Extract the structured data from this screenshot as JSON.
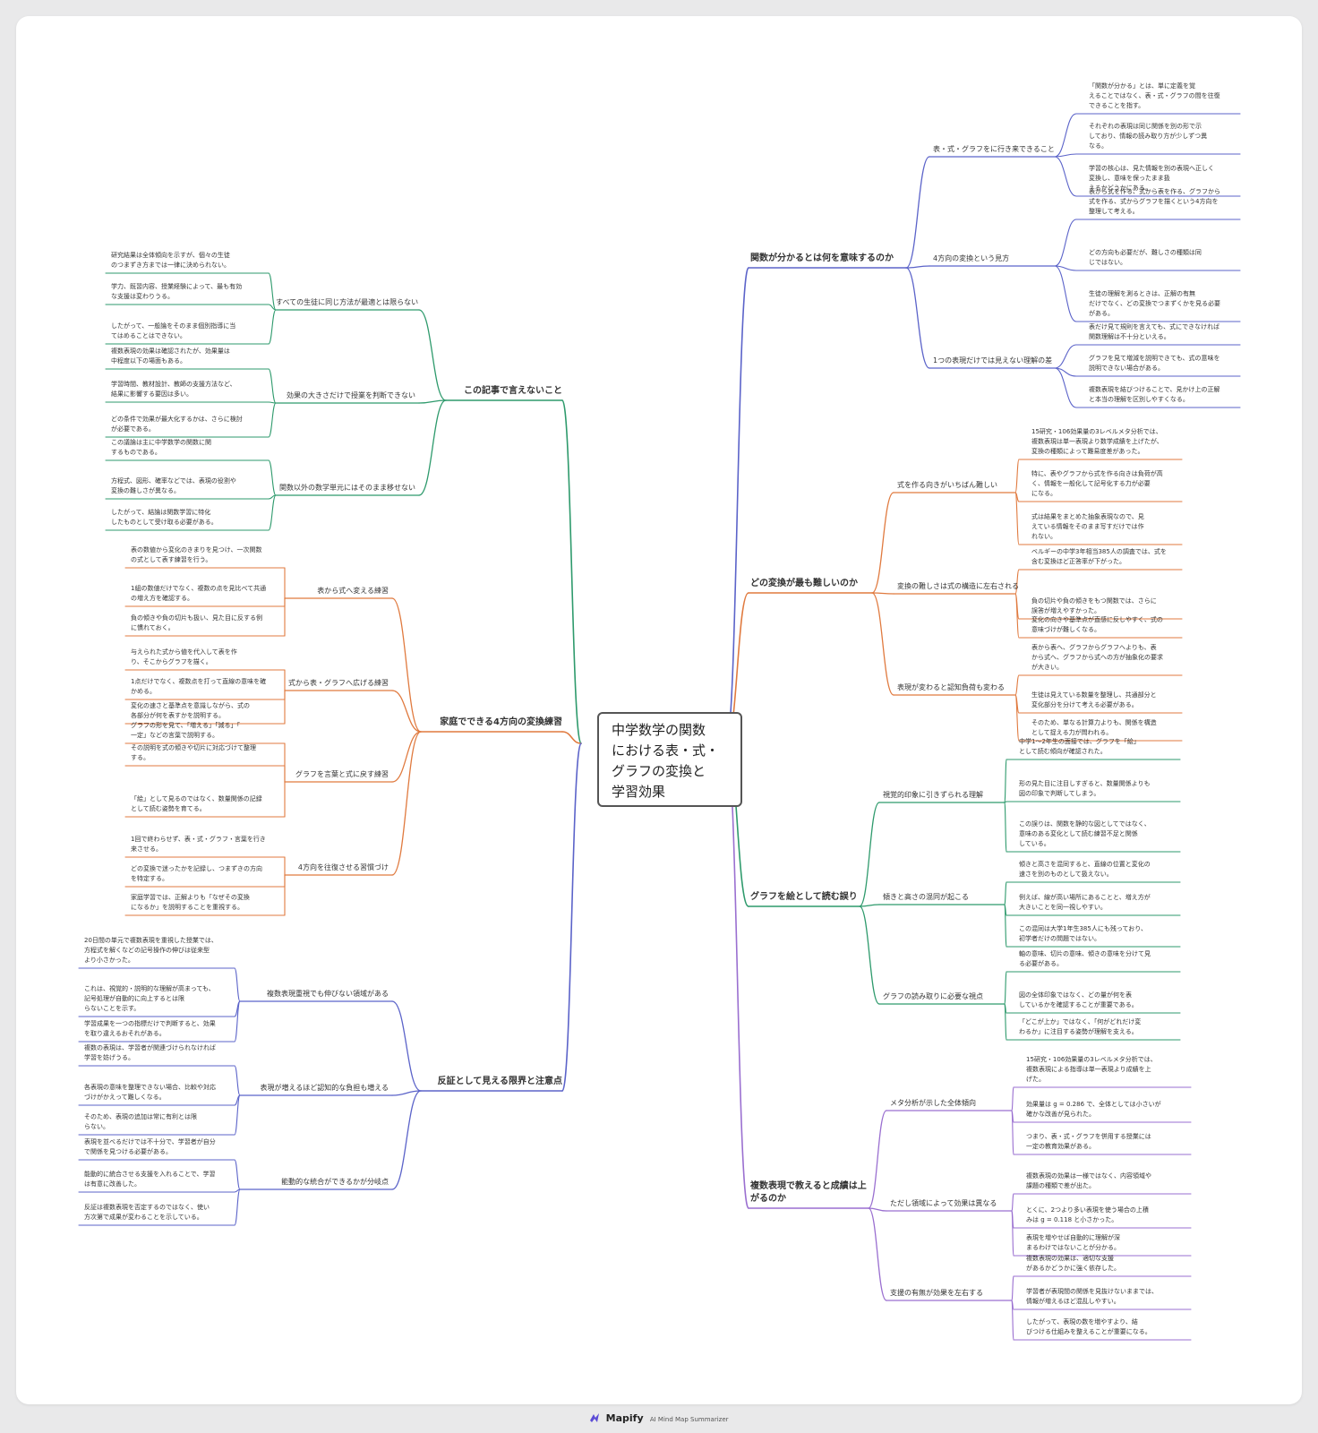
{
  "root": {
    "title": "中学数学の関数\nにおける表・式・\nグラフの変換と\n学習効果"
  },
  "colors": {
    "green": "#2e9a6c",
    "orange": "#e07a3f",
    "indigo": "#5b63c9",
    "purple": "#9a6fd0"
  },
  "branches": [
    {
      "label": "関数が分かるとは何を意味するのか",
      "subs": [
        {
          "label": "表・式・グラフをに行き来できること",
          "leaves": [
            "「関数が分かる」とは、単に定義を覚\nえることではなく、表・式・グラフの間を往復\nできることを指す。",
            "それぞれの表現は同じ関係を別の形で示\nしており、情報の読み取り方が少しずつ異\nなる。",
            "学習の核心は、見た情報を別の表現へ正しく\n変換し、意味を保ったまま扱\nえるかどうかにある。"
          ]
        },
        {
          "label": "4方向の変換という見方",
          "leaves": [
            "表から式を作る、式から表を作る、グラフから\n式を作る、式からグラフを描くという4方向を\n整理して考える。",
            "どの方向も必要だが、難しさの種類は同\nじではない。",
            "生徒の理解を測るときは、正解の有無\nだけでなく、どの変換でつまずくかを見る必要\nがある。"
          ]
        },
        {
          "label": "1つの表現だけでは見えない理解の差",
          "leaves": [
            "表だけ見て規則を言えても、式にできなければ\n関数理解は不十分といえる。",
            "グラフを見て増減を説明できても、式の意味を\n説明できない場合がある。",
            "複数表現を結びつけることで、見かけ上の正解\nと本当の理解を区別しやすくなる。"
          ]
        }
      ]
    },
    {
      "label": "どの変換が最も難しいのか",
      "subs": [
        {
          "label": "式を作る向きがいちばん難しい",
          "leaves": [
            "15研究・106効果量の3レベルメタ分析では、\n複数表現は単一表現より数学成績を上げたが、\n変換の種類によって難易度差があった。",
            "特に、表やグラフから式を作る向きは負荷が高\nく、情報を一般化して記号化する力が必要\nになる。",
            "式は結果をまとめた抽象表現なので、見\nえている情報をそのまま写すだけでは作\nれない。"
          ]
        },
        {
          "label": "変換の難しさは式の構造に左右される",
          "leaves": [
            "ベルギーの中学3年相当385人の調査では、式を\n含む変換ほど正答率が下がった。",
            "負の切片や負の傾きをもつ関数では、さらに\n誤答が増えやすかった。",
            "変化の向きや基準点が直感に反しやすく、式の\n意味づけが難しくなる。"
          ]
        },
        {
          "label": "表現が変わると認知負荷も変わる",
          "leaves": [
            "表から表へ、グラフからグラフへよりも、表\nから式へ、グラフから式への方が抽象化の要求\nが大きい。",
            "生徒は見えている数量を整理し、共通部分と\n変化部分を分けて考える必要がある。",
            "そのため、単なる計算力よりも、関係を構造\nとして捉える力が問われる。"
          ]
        }
      ]
    },
    {
      "label": "グラフを絵として読む誤り",
      "subs": [
        {
          "label": "視覚的印象に引きずられる理解",
          "leaves": [
            "中学1〜2年生の面接では、グラフを「絵」\nとして読む傾向が確認された。",
            "形の見た目に注目しすぎると、数量関係よりも\n図の印象で判断してしまう。",
            "この誤りは、関数を静的な図としてではなく、\n意味のある変化として読む練習不足と関係\nしている。"
          ]
        },
        {
          "label": "傾きと高さの混同が起こる",
          "leaves": [
            "傾きと高さを混同すると、直線の位置と変化の\n速さを別のものとして扱えない。",
            "例えば、線が高い場所にあることと、増え方が\n大きいことを同一視しやすい。",
            "この混同は大学1年生385人にも残っており、\n初学者だけの問題ではない。"
          ]
        },
        {
          "label": "グラフの読み取りに必要な視点",
          "leaves": [
            "軸の意味、切片の意味、傾きの意味を分けて見\nる必要がある。",
            "図の全体印象ではなく、どの量が何を表\nしているかを確認することが重要である。",
            "「どこが上か」ではなく、「何がどれだけ変\nわるか」に注目する姿勢が理解を支える。"
          ]
        }
      ]
    },
    {
      "label": "複数表現で教えると成績は上\nがるのか",
      "subs": [
        {
          "label": "メタ分析が示した全体傾向",
          "leaves": [
            "15研究・106効果量の3レベルメタ分析では、\n複数表現による指導は単一表現より成績を上\nげた。",
            "効果量は g = 0.286 で、全体としては小さいが\n確かな改善が見られた。",
            "つまり、表・式・グラフを併用する授業には\n一定の教育効果がある。"
          ]
        },
        {
          "label": "ただし領域によって効果は異なる",
          "leaves": [
            "複数表現の効果は一様ではなく、内容領域や\n課題の種類で差が出た。",
            "とくに、2つより多い表現を使う場合の上積\nみは g = 0.118 と小さかった。",
            "表現を増やせば自動的に理解が深\nまるわけではないことが分かる。"
          ]
        },
        {
          "label": "支援の有無が効果を左右する",
          "leaves": [
            "複数表現の効果は、適切な支援\nがあるかどうかに強く依存した。",
            "学習者が表現間の関係を見抜けないままでは、\n情報が増えるほど混乱しやすい。",
            "したがって、表現の数を増やすより、結\nびつける仕組みを整えることが重要になる。"
          ]
        }
      ]
    },
    {
      "label": "この記事で言えないこと",
      "subs": [
        {
          "label": "すべての生徒に同じ方法が最適とは限らない",
          "leaves": [
            "研究結果は全体傾向を示すが、個々の生徒\nのつまずき方までは一律に決められない。",
            "学力、既習内容、授業経験によって、最も有効\nな支援は変わりうる。",
            "したがって、一般論をそのまま個別指導に当\nてはめることはできない。"
          ]
        },
        {
          "label": "効果の大きさだけで授業を判断できない",
          "leaves": [
            "複数表現の効果は確認されたが、効果量は\n中程度以下の場面もある。",
            "学習時間、教材設計、教師の支援方法など、\n結果に影響する要因は多い。",
            "どの条件で効果が最大化するかは、さらに検討\nが必要である。"
          ]
        },
        {
          "label": "関数以外の数学単元にはそのまま移せない",
          "leaves": [
            "この議論は主に中学数学の関数に関\nするものである。",
            "方程式、図形、確率などでは、表現の役割や\n変換の難しさが異なる。",
            "したがって、結論は関数学習に特化\nしたものとして受け取る必要がある。"
          ]
        }
      ]
    },
    {
      "label": "家庭でできる4方向の変換練習",
      "subs": [
        {
          "label": "表から式へ変える練習",
          "leaves": [
            "表の数値から変化のきまりを見つけ、一次関数\nの式として表す練習を行う。",
            "1組の数値だけでなく、複数の点を見比べて共通\nの増え方を確認する。",
            "負の傾きや負の切片も扱い、見た目に反する例\nに慣れておく。"
          ]
        },
        {
          "label": "式から表・グラフへ広げる練習",
          "leaves": [
            "与えられた式から値を代入して表を作\nり、そこからグラフを描く。",
            "1点だけでなく、複数点を打って直線の意味を確\nかめる。",
            "変化の速さと基準点を意識しながら、式の\n各部分が何を表すかを説明する。"
          ]
        },
        {
          "label": "グラフを言葉と式に戻す練習",
          "leaves": [
            "グラフの形を見て、「増える」「減る」「\n一定」などの言葉で説明する。",
            "その説明を式の傾きや切片に対応づけて整理\nする。",
            "「絵」として見るのではなく、数量関係の記録\nとして読む姿勢を育てる。"
          ]
        },
        {
          "label": "4方向を往復させる習慣づけ",
          "leaves": [
            "1回で終わらせず、表・式・グラフ・言葉を行き\n来させる。",
            "どの変換で迷ったかを記録し、つまずきの方向\nを特定する。",
            "家庭学習では、正解よりも「なぜその変換\nになるか」を説明することを重視する。"
          ]
        }
      ]
    },
    {
      "label": "反証として見える限界と注意点",
      "subs": [
        {
          "label": "複数表現重視でも伸びない領域がある",
          "leaves": [
            "20日間の単元で複数表現を重視した授業では、\n方程式を解くなどの記号操作の伸びは従来型\nより小さかった。",
            "これは、視覚的・説明的な理解が高まっても、\n記号処理が自動的に向上するとは限\nらないことを示す。",
            "学習成果を一つの指標だけで判断すると、効果\nを取り違えるおそれがある。"
          ]
        },
        {
          "label": "表現が増えるほど認知的な負担も増える",
          "leaves": [
            "複数の表現は、学習者が関連づけられなければ\n学習を妨げうる。",
            "各表現の意味を整理できない場合、比較や対応\nづけがかえって難しくなる。",
            "そのため、表現の追加は常に有利とは限\nらない。"
          ]
        },
        {
          "label": "能動的な統合ができるかが分岐点",
          "leaves": [
            "表現を並べるだけでは不十分で、学習者が自分\nで関係を見つける必要がある。",
            "能動的に統合させる支援を入れることで、学習\nは有意に改善した。",
            "反証は複数表現を否定するのではなく、使い\n方次第で成果が変わることを示している。"
          ]
        }
      ]
    }
  ],
  "footer": {
    "brand": "Mapify",
    "tagline": "AI Mind Map Summarizer"
  }
}
